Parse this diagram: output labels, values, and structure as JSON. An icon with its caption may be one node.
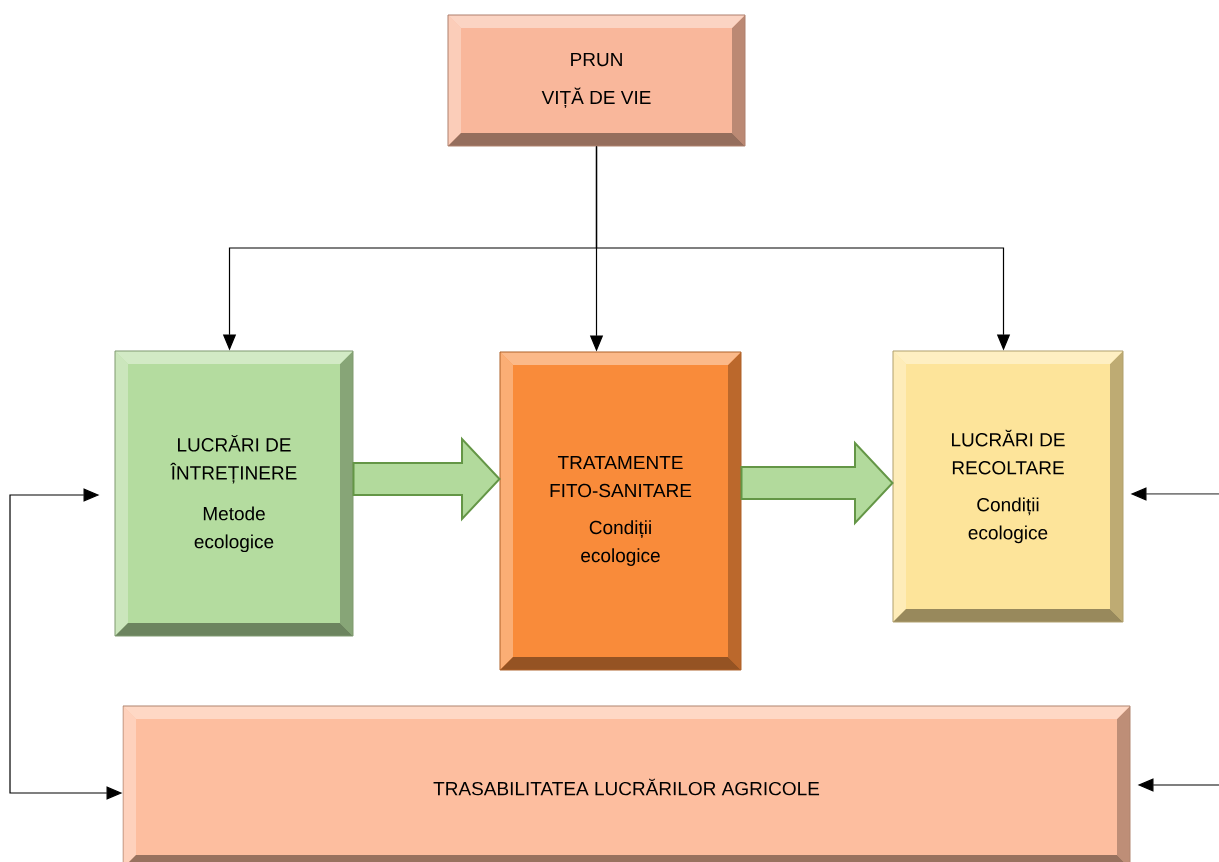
{
  "diagram": {
    "nodes": [
      {
        "text": [
          "PRUN",
          "VIȚĂ DE VIE"
        ]
      },
      {
        "text": [
          "LUCRĂRI DE ÎNTREȚINERE",
          "Metode ecologice"
        ]
      },
      {
        "text": [
          "TRATAMENTE FITO-SANITARE",
          "Condiții ecologice"
        ]
      },
      {
        "text": [
          "LUCRĂRI DE RECOLTARE",
          "Condiții ecologice"
        ]
      },
      {
        "text": [
          "TRASABILITATEA LUCRĂRILOR AGRICOLE"
        ]
      }
    ],
    "edges": [
      {
        "from": 0,
        "to": 1,
        "arrow": "to"
      },
      {
        "from": 0,
        "to": 2,
        "arrow": "to"
      },
      {
        "from": 0,
        "to": 3,
        "arrow": "to"
      },
      {
        "from": 1,
        "to": 2,
        "arrow": "to",
        "style": "thick"
      },
      {
        "from": 2,
        "to": 3,
        "arrow": "to",
        "style": "thick"
      },
      {
        "from": 1,
        "to": 4,
        "arrow": "both"
      },
      {
        "from": null,
        "to": 3,
        "arrow": "to"
      },
      {
        "from": null,
        "to": 4,
        "arrow": "to"
      }
    ]
  }
}
